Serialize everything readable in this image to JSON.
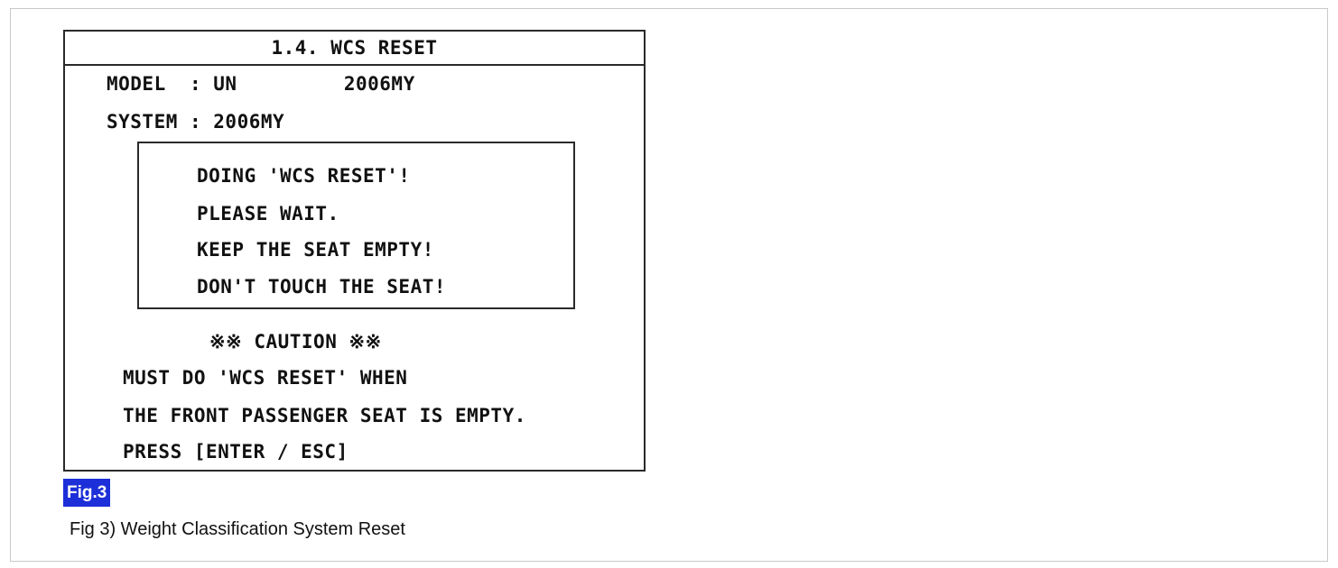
{
  "screen": {
    "title": "1.4. WCS RESET",
    "model_line": "MODEL  : UN         2006MY",
    "system_line": "SYSTEM : 2006MY",
    "message_lines": [
      "DOING 'WCS RESET'!",
      "PLEASE WAIT.",
      "KEEP THE SEAT EMPTY!",
      "DON'T TOUCH THE SEAT!"
    ],
    "caution_heading": "※※ CAUTION ※※",
    "caution_lines": [
      "MUST DO 'WCS RESET' WHEN",
      "THE FRONT PASSENGER SEAT IS EMPTY.",
      "PRESS [ENTER / ESC]"
    ]
  },
  "figure": {
    "badge": "Fig.3",
    "caption": "Fig 3) Weight Classification System Reset",
    "badge_color": "#1c2fd8"
  }
}
